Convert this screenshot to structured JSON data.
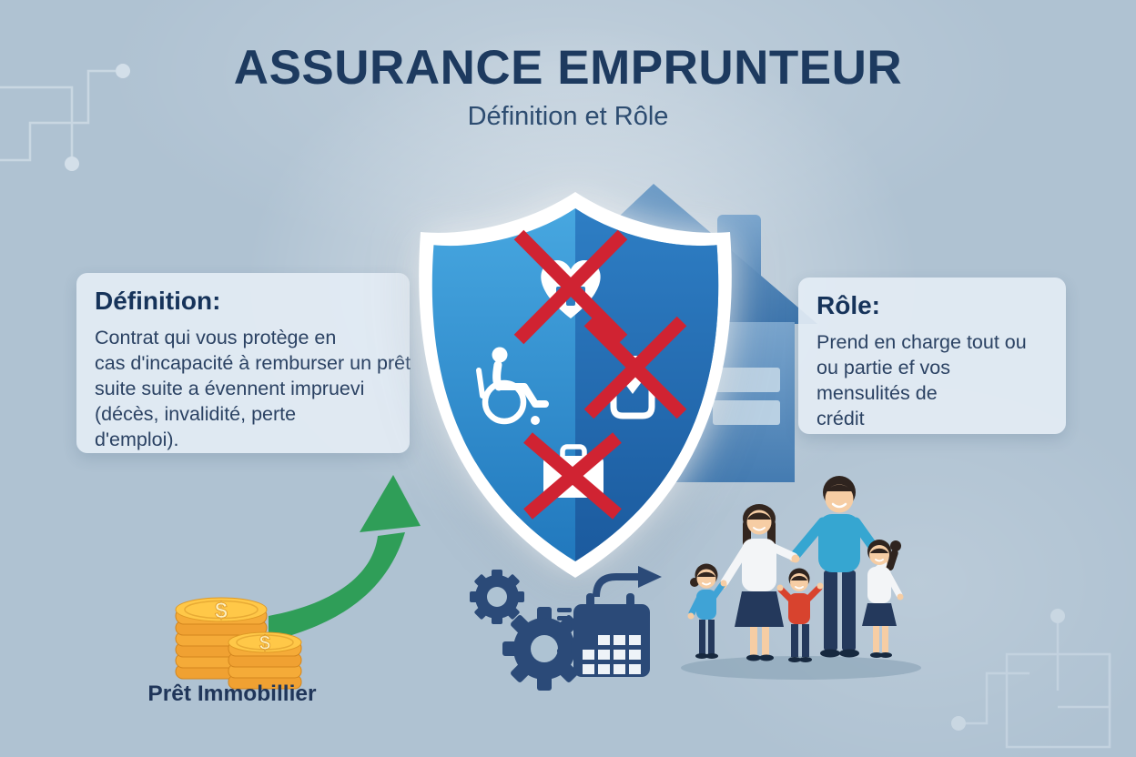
{
  "header": {
    "title": "ASSURANCE EMPRUNTEUR",
    "subtitle": "Définition et Rôle"
  },
  "definition": {
    "heading": "Définition:",
    "lines": [
      "Contrat qui vous protège en",
      "cas d'incapacité à remburser un prêt",
      "suite suite a évennent impruevi",
      "(décès, invalidité, perte",
      "d'emploi)."
    ]
  },
  "role": {
    "heading": "Rôle:",
    "lines": [
      "Prend en charge tout ou",
      "ou partie ef vos",
      "mensulités de",
      "crédit"
    ]
  },
  "loan": {
    "label": "Prêt Immobillier"
  },
  "shield": {
    "icons": [
      {
        "name": "medical-heart",
        "crossed_out": true
      },
      {
        "name": "wheelchair",
        "crossed_out": false
      },
      {
        "name": "download-tray",
        "crossed_out": true
      },
      {
        "name": "briefcase",
        "crossed_out": true
      }
    ]
  },
  "colors": {
    "background": "#afc2d2",
    "title_navy": "#1d3a5f",
    "box_background": "#e3ecf4",
    "body_text": "#2b4263",
    "shield_left_blue": "#3fa0da",
    "shield_right_blue": "#2a6cb3",
    "shield_border": "#ffffff",
    "house_blue": "#5d8fc0",
    "cross_red": "#d02332",
    "arrow_green": "#2f9e58",
    "coin_gold": "#f0a132",
    "icon_navy": "#2b4a78"
  }
}
